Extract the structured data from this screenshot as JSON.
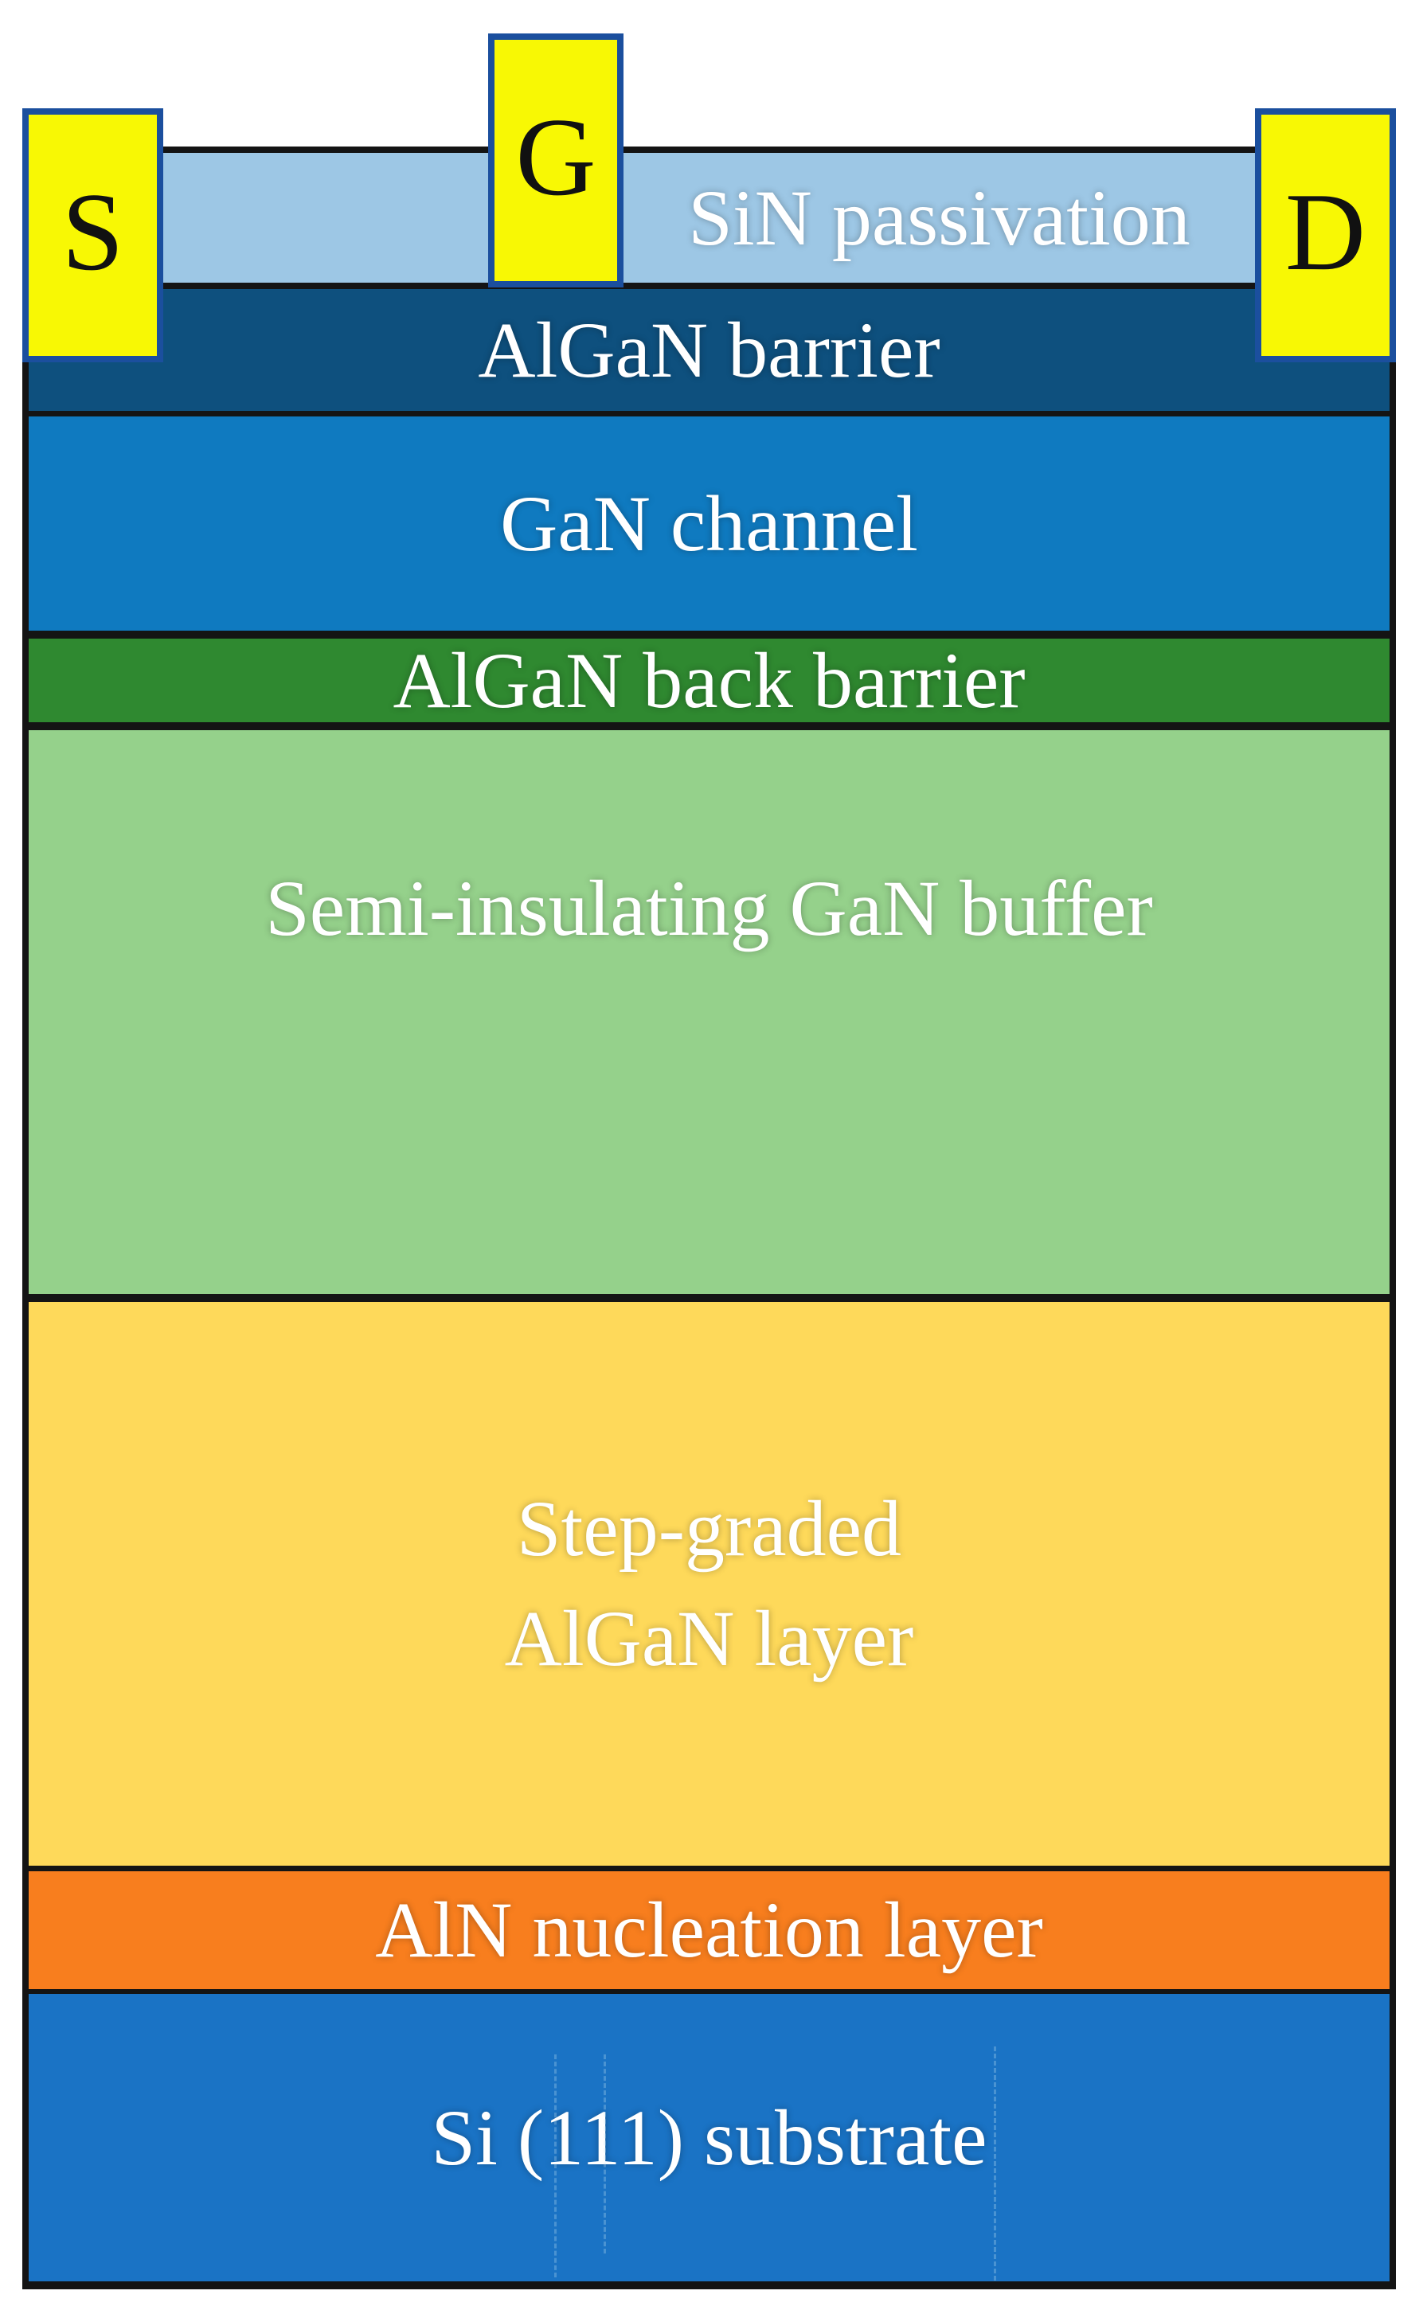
{
  "diagram": {
    "description": "GaN HEMT epitaxial layer stack cross-section",
    "colors": {
      "page_background": "#ffffff",
      "border_black": "#141414",
      "label_text": "#ffffff",
      "contact_fill": "#f8f804",
      "contact_border": "#1b4f9e",
      "contact_text": "#111111"
    },
    "contacts": [
      {
        "id": "source",
        "label": "S"
      },
      {
        "id": "gate",
        "label": "G"
      },
      {
        "id": "drain",
        "label": "D"
      }
    ],
    "passivation": {
      "label": "SiN passivation",
      "color": "#9dc7e5"
    },
    "layers": [
      {
        "id": "algan-barrier",
        "label": "AlGaN barrier",
        "color": "#0e507e"
      },
      {
        "id": "gan-channel",
        "label": "GaN channel",
        "color": "#0f7ac0"
      },
      {
        "id": "algan-back-barrier",
        "label": "AlGaN back barrier",
        "color": "#2f8930"
      },
      {
        "id": "si-gan-buffer",
        "label": "Semi-insulating GaN buffer",
        "color": "#95d18b"
      },
      {
        "id": "step-graded-algan",
        "lines": [
          "Step-graded",
          "AlGaN layer"
        ],
        "color": "#fed95a"
      },
      {
        "id": "aln-nucleation",
        "label": "AlN nucleation layer",
        "color": "#f87e1e"
      },
      {
        "id": "si-substrate",
        "label": "Si (111) substrate",
        "color": "#1a73c5"
      }
    ]
  }
}
